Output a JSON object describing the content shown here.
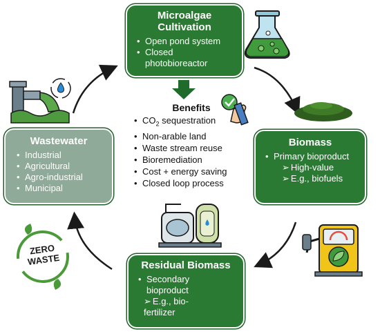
{
  "microalgae": {
    "title": "Microalgae Cultivation",
    "items": [
      "Open pond system",
      "Closed photobioreactor"
    ]
  },
  "benefits": {
    "title": "Benefits",
    "co2_prefix": "CO",
    "co2_sub": "2",
    "co2_suffix": " sequestration",
    "items": [
      "Non-arable land",
      "Waste stream reuse",
      "Bioremediation",
      "Cost + energy saving",
      "Closed loop process"
    ]
  },
  "biomass": {
    "title": "Biomass",
    "item": "Primary bioproduct",
    "subitems": [
      "High-value",
      "E.g., biofuels"
    ]
  },
  "wastewater": {
    "title": "Wastewater",
    "items": [
      "Industrial",
      "Agricultural",
      "Agro-industrial",
      "Municipal"
    ]
  },
  "residual": {
    "title": "Residual Biomass",
    "item": "Secondary bioproduct",
    "subitem": "E.g., bio-fertilizer"
  },
  "zero_waste": {
    "line1": "ZERO",
    "line2": "WASTE"
  },
  "colors": {
    "dark_green": "#2b7a33",
    "grey_green": "#8faa98"
  },
  "icons": [
    "flask-icon",
    "checkmark-hand-icon",
    "algae-powder-icon",
    "pipe-water-icon",
    "treatment-plant-icon",
    "fuel-pump-icon",
    "lightbulb-leaf-icon",
    "zero-waste-icon"
  ]
}
